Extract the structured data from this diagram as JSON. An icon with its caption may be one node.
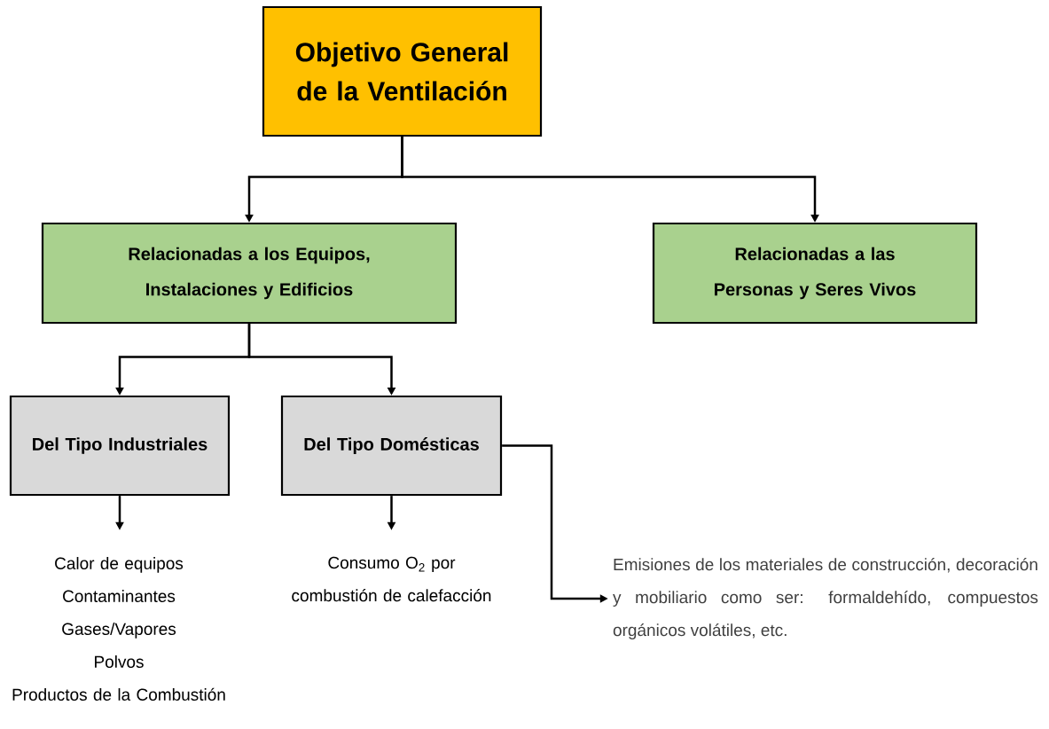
{
  "diagram": {
    "nodes": [
      {
        "text": [
          "Objetivo General de la Ventilación"
        ]
      },
      {
        "text": [
          "Relacionadas a los Equipos, Instalaciones y Edificios"
        ]
      },
      {
        "text": [
          "Relacionadas a las Personas y Seres Vivos"
        ]
      },
      {
        "text": [
          "Del Tipo Industriales"
        ]
      },
      {
        "text": [
          "Del Tipo Domésticas"
        ]
      },
      {
        "text": [
          "Calor de equipos",
          "Contaminantes",
          "Gases/Vapores",
          "Polvos",
          "Productos de la Combustión"
        ]
      },
      {
        "text": [
          "Consumo O$_{2}$ por combustión de calefacción"
        ]
      },
      {
        "text": [
          "Emisiones de los materiales de construcción, decoración y mobiliario como ser: formaldehído, compuestos orgánicos volátiles, etc."
        ]
      }
    ],
    "edges": [
      {
        "from": 0,
        "to": 1,
        "arrow": "to"
      },
      {
        "from": 0,
        "to": 2,
        "arrow": "to"
      },
      {
        "from": 1,
        "to": 3,
        "arrow": "to"
      },
      {
        "from": 1,
        "to": 4,
        "arrow": "to"
      },
      {
        "from": 3,
        "to": 5,
        "arrow": "to"
      },
      {
        "from": 4,
        "to": 6,
        "arrow": "to"
      },
      {
        "from": 4,
        "to": 7,
        "arrow": "to"
      }
    ]
  }
}
